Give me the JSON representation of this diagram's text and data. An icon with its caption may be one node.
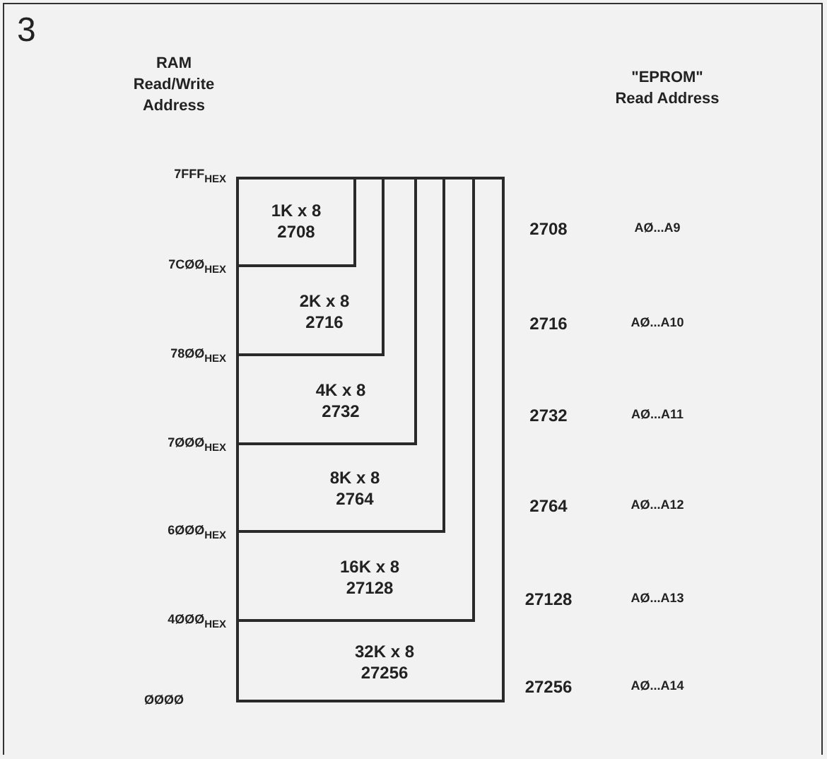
{
  "diagram": {
    "nodes": [
      {
        "text": [
          "32K x 8",
          "27256"
        ]
      },
      {
        "text": [
          "16K x 8",
          "27128"
        ],
        "in": 0
      },
      {
        "text": [
          "8K x 8",
          "2764"
        ],
        "in": 1
      },
      {
        "text": [
          "4K x 8",
          "2732"
        ],
        "in": 2
      },
      {
        "text": [
          "2K x 8",
          "2716"
        ],
        "in": 3
      },
      {
        "text": [
          "1K x 8",
          "2708"
        ],
        "in": 4
      }
    ],
    "labels": [
      "3",
      "RAM Read/Write Address",
      "\"EPROM\" Read Address",
      "7FFF$_{HEX}$",
      "7CØØ$_{HEX}$",
      "78ØØ$_{HEX}$",
      "7ØØØ$_{HEX}$",
      "6ØØØ$_{HEX}$",
      "4ØØØ$_{HEX}$",
      "ØØØØ",
      "2708",
      "AØ...A9",
      "2716",
      "AØ...A10",
      "2732",
      "AØ...A11",
      "2764",
      "AØ...A12",
      "27128",
      "AØ...A13",
      "27256",
      "AØ...A14"
    ]
  }
}
